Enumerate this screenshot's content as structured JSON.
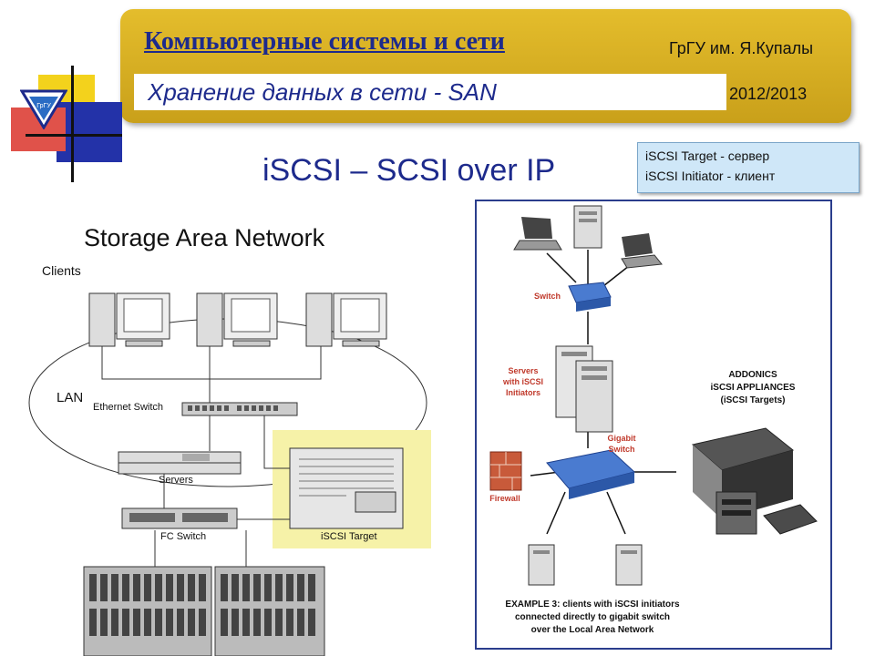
{
  "header": {
    "course_title": "Компьютерные системы и сети",
    "university": "ГрГУ им. Я.Купалы",
    "subtitle": "Хранение данных в сети - SAN",
    "year": "2012/2013",
    "logo_text": "ГрГУ"
  },
  "main": {
    "heading": "iSCSI – SCSI over IP",
    "notes": [
      "iSCSI Target - сервер",
      "iSCSI Initiator - клиент"
    ]
  },
  "left_diagram": {
    "title": "Storage Area Network",
    "clients": "Clients",
    "lan": "LAN",
    "ethernet_switch": "Ethernet Switch",
    "servers": "Servers",
    "fc_switch": "FC Switch",
    "iscsi_target": "iSCSI Target"
  },
  "right_diagram": {
    "switch": "Switch",
    "servers_line1": "Servers",
    "servers_line2": "with iSCSI",
    "servers_line3": "Initiators",
    "gigabit_line1": "Gigabit",
    "gigabit_line2": "Switch",
    "firewall": "Firewall",
    "appliances_line1": "ADDONICS",
    "appliances_line2": "iSCSI APPLIANCES",
    "appliances_line3": "(iSCSI Targets)",
    "example_line1": "EXAMPLE 3: clients with iSCSI initiators",
    "example_line2": "connected directly to gigabit switch",
    "example_line3": "over the Local Area Network"
  },
  "colors": {
    "banner": "#d4ac22",
    "title_blue": "#1d2a8c",
    "highlight": "#f6f2a8",
    "note_bg": "#cfe7f8",
    "label_red": "#c0392b"
  }
}
